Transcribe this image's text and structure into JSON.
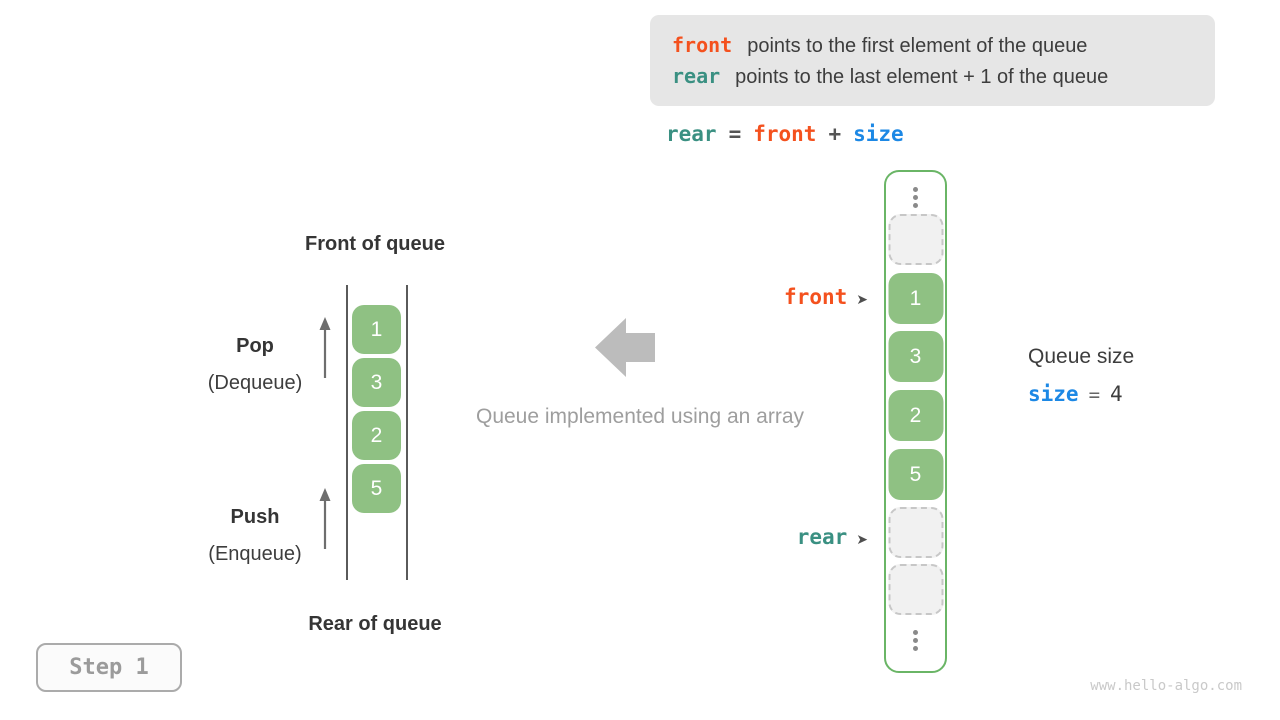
{
  "colors": {
    "orange": "#F4511E",
    "teal": "#3A9082",
    "blue": "#1C88E5",
    "green_cell": "#8FC183",
    "green_border": "#6AB566",
    "gray_caption": "#9E9E9E",
    "info_box_bg": "#E6E6E6"
  },
  "info_box": {
    "lines": [
      {
        "keyword": "front",
        "description": "points to the first element of the queue"
      },
      {
        "keyword": "rear",
        "description": "points to the last element + 1 of the queue"
      }
    ]
  },
  "formula": {
    "lhs": "rear",
    "equals": "=",
    "operand1": "front",
    "operator": "+",
    "operand2": "size"
  },
  "left_diagram": {
    "front_label": "Front of queue",
    "rear_label": "Rear of queue",
    "pop_label": "Pop",
    "pop_sublabel": "(Dequeue)",
    "push_label": "Push",
    "push_sublabel": "(Enqueue)",
    "values": [
      "1",
      "3",
      "2",
      "5"
    ]
  },
  "center": {
    "caption": "Queue implemented using an array"
  },
  "array_diagram": {
    "front_pointer": "front",
    "rear_pointer": "rear",
    "pointer_glyph": "➤",
    "cells": [
      {
        "type": "empty"
      },
      {
        "type": "value",
        "value": "1"
      },
      {
        "type": "value",
        "value": "3"
      },
      {
        "type": "value",
        "value": "2"
      },
      {
        "type": "value",
        "value": "5"
      },
      {
        "type": "empty"
      },
      {
        "type": "empty"
      }
    ]
  },
  "queue_size": {
    "title": "Queue size",
    "variable": "size",
    "equals": "=",
    "value": "4"
  },
  "step_badge": {
    "label": "Step 1"
  },
  "watermark": "www.hello-algo.com"
}
